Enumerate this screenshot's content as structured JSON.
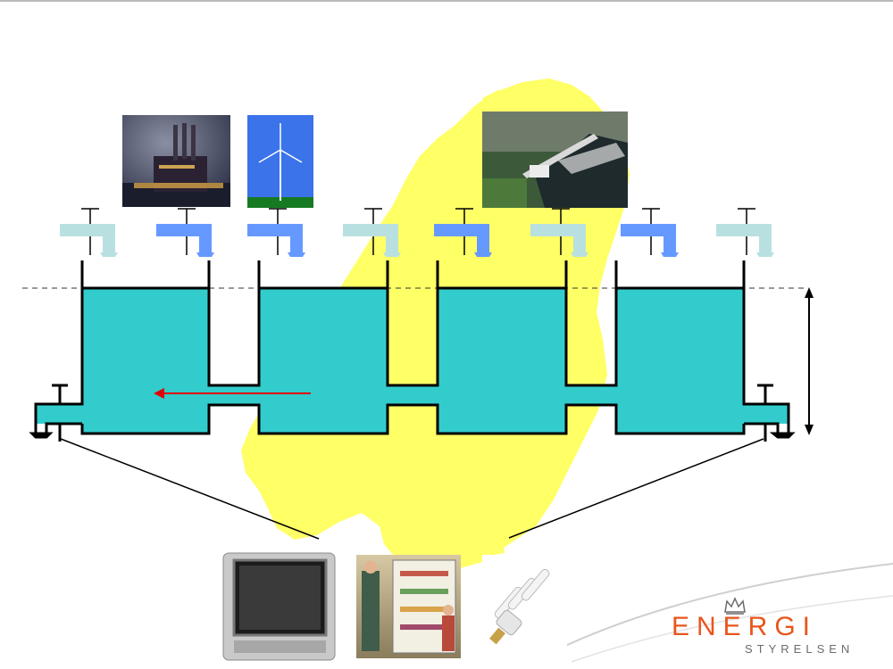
{
  "logo": {
    "main_text": "ENERGI",
    "sub_text": "STYRELSEN",
    "color": "#e8551c",
    "sub_color": "#6b6b6b"
  },
  "colors": {
    "water": "#33cccc",
    "map": "#ffff66",
    "tap_light": "#b9e0e0",
    "tap_blue": "#6699ff",
    "flow_arrow": "#e00000"
  },
  "producers": [
    {
      "name": "power-plant-photo"
    },
    {
      "name": "wind-turbine-photo"
    },
    {
      "name": "hydro-dam-photo"
    }
  ],
  "consumers": [
    {
      "name": "television-photo"
    },
    {
      "name": "refrigerator-photo"
    },
    {
      "name": "light-bulb-photo"
    }
  ],
  "taps": [
    {
      "color": "light"
    },
    {
      "color": "blue"
    },
    {
      "color": "blue"
    },
    {
      "color": "light"
    },
    {
      "color": "blue"
    },
    {
      "color": "light"
    },
    {
      "color": "blue"
    },
    {
      "color": "light"
    }
  ]
}
